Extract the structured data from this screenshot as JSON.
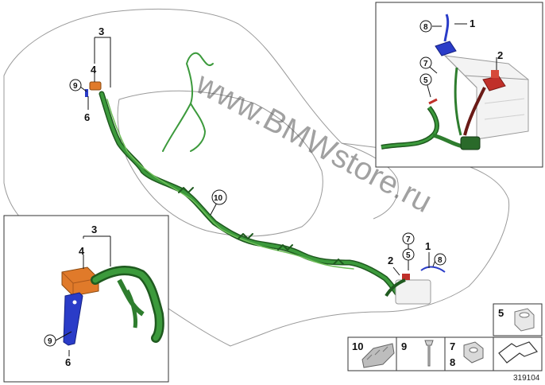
{
  "watermark": "www.BMWstore.ru",
  "document_number": "319104",
  "callouts_main": [
    {
      "id": "3",
      "label": "3"
    },
    {
      "id": "4",
      "label": "4"
    },
    {
      "id": "9",
      "label": "9"
    },
    {
      "id": "6",
      "label": "6"
    },
    {
      "id": "10",
      "label": "10"
    },
    {
      "id": "7",
      "label": "7"
    },
    {
      "id": "2",
      "label": "2"
    },
    {
      "id": "5",
      "label": "5"
    },
    {
      "id": "1",
      "label": "1"
    },
    {
      "id": "8",
      "label": "8"
    }
  ],
  "callouts_top_right": [
    {
      "id": "8",
      "label": "8"
    },
    {
      "id": "1",
      "label": "1"
    },
    {
      "id": "2",
      "label": "2"
    },
    {
      "id": "7",
      "label": "7"
    },
    {
      "id": "5",
      "label": "5"
    }
  ],
  "callouts_bottom_left": [
    {
      "id": "3",
      "label": "3"
    },
    {
      "id": "4",
      "label": "4"
    },
    {
      "id": "9",
      "label": "9"
    },
    {
      "id": "6",
      "label": "6"
    }
  ],
  "parts_legend": [
    {
      "id": "5",
      "label": "5"
    },
    {
      "id": "10",
      "label": "10"
    },
    {
      "id": "9",
      "label": "9"
    },
    {
      "id": "7",
      "label": "7"
    },
    {
      "id": "8",
      "label": "8"
    }
  ],
  "colors": {
    "cable": "#2e7d2e",
    "cable_dark": "#1f5a1f",
    "cable_light": "#6fbf5a",
    "terminal_orange": "#e07a2a",
    "terminal_red": "#c0302a",
    "clip_blue": "#2a3cc8",
    "outline": "#9a9a9a"
  }
}
